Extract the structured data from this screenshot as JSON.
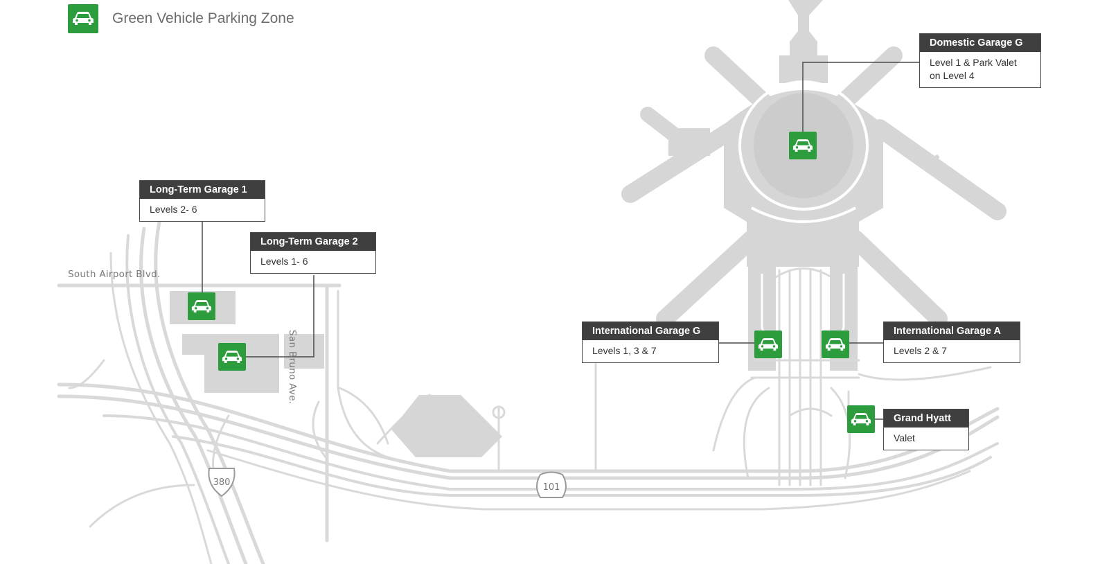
{
  "legend": {
    "label": "Green Vehicle Parking Zone",
    "icon": "car-icon",
    "color": "#2d9c3c"
  },
  "streets": {
    "south_airport": "South Airport Blvd.",
    "san_bruno": "San Bruno Ave."
  },
  "highways": {
    "i380": "380",
    "us101": "101"
  },
  "locations": [
    {
      "name": "Long-Term Garage 1",
      "detail": "Levels 2- 6"
    },
    {
      "name": "Long-Term Garage 2",
      "detail": "Levels 1- 6"
    },
    {
      "name": "Domestic Garage G",
      "detail": "Level 1 & Park Valet on Level 4"
    },
    {
      "name": "International Garage G",
      "detail": "Levels 1, 3 & 7"
    },
    {
      "name": "International Garage A",
      "detail": "Levels 2 & 7"
    },
    {
      "name": "Grand Hyatt",
      "detail": "Valet"
    }
  ],
  "colors": {
    "marker": "#2d9c3c",
    "road": "#d9d9d9",
    "building": "#d6d6d6",
    "callout_header": "#3f3f3f"
  }
}
